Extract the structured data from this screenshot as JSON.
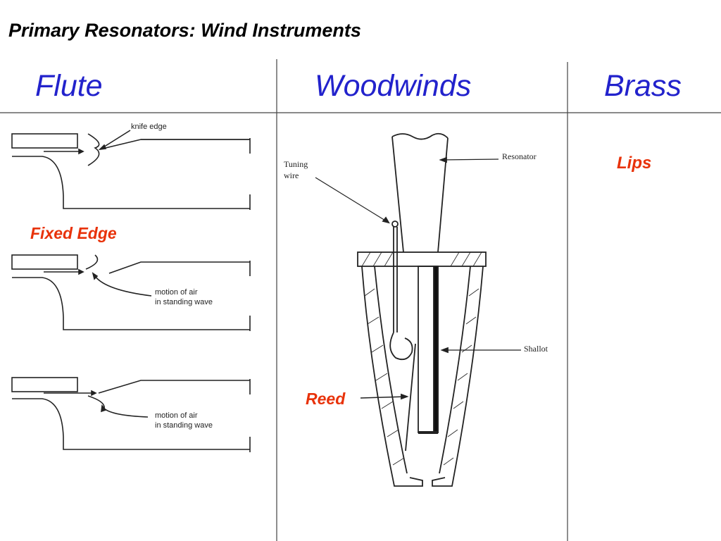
{
  "title": "Primary Resonators: Wind Instruments",
  "columns": {
    "flute": "Flute",
    "woodwinds": "Woodwinds",
    "brass": "Brass"
  },
  "labels": {
    "fixed_edge": "Fixed Edge",
    "reed": "Reed",
    "lips": "Lips"
  },
  "flute_diagram": {
    "knife_edge": "knife edge",
    "motion_line1": "motion of air",
    "motion_line2": "in standing wave",
    "motion_line1_b": "motion of air",
    "motion_line2_b": "in standing wave"
  },
  "reed_diagram": {
    "tuning_line1": "Tuning",
    "tuning_line2": "wire",
    "resonator": "Resonator",
    "shallot": "Shallot"
  },
  "colors": {
    "heading_blue": "#2222cc",
    "label_red": "#e8320a"
  }
}
